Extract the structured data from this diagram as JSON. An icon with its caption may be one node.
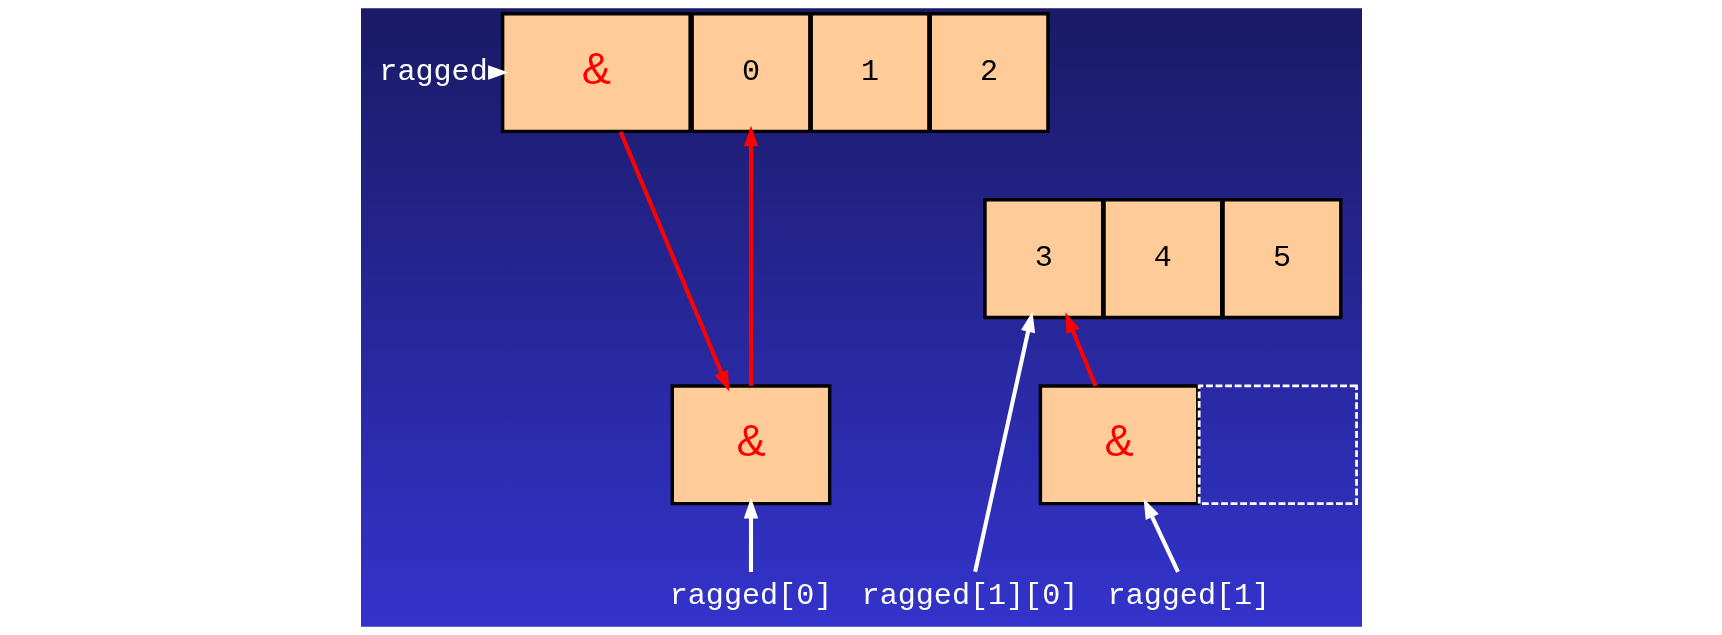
{
  "diagram": {
    "nodes": [
      {
        "text": [
          "ragged"
        ]
      },
      {
        "text": [
          "&"
        ]
      },
      {
        "text": [
          "&"
        ]
      },
      {
        "text": [
          "&"
        ]
      },
      {
        "text": [],
        "shape": "box"
      },
      {
        "text": [
          "0"
        ]
      },
      {
        "text": [
          "1"
        ]
      },
      {
        "text": [
          "2"
        ]
      },
      {
        "text": [
          "3"
        ]
      },
      {
        "text": [
          "4"
        ]
      },
      {
        "text": [
          "5"
        ]
      },
      {
        "text": [
          "ragged[0]"
        ]
      },
      {
        "text": [
          "ragged[1]"
        ]
      },
      {
        "text": [
          "ragged[1][0]"
        ]
      }
    ],
    "edges": [
      {
        "from": 0,
        "to": 1,
        "arrow": "to",
        "color": "#ffffff"
      },
      {
        "from": 1,
        "to": 2,
        "arrow": "to"
      },
      {
        "from": 2,
        "to": 5,
        "arrow": "to"
      },
      {
        "from": 3,
        "to": 8,
        "arrow": "to"
      },
      {
        "from": 11,
        "to": 2,
        "arrow": "to",
        "color": "#ffffff"
      },
      {
        "from": 12,
        "to": 3,
        "arrow": "to",
        "color": "#ffffff"
      },
      {
        "from": 13,
        "to": 8,
        "arrow": "to",
        "color": "#ffffff"
      }
    ]
  }
}
